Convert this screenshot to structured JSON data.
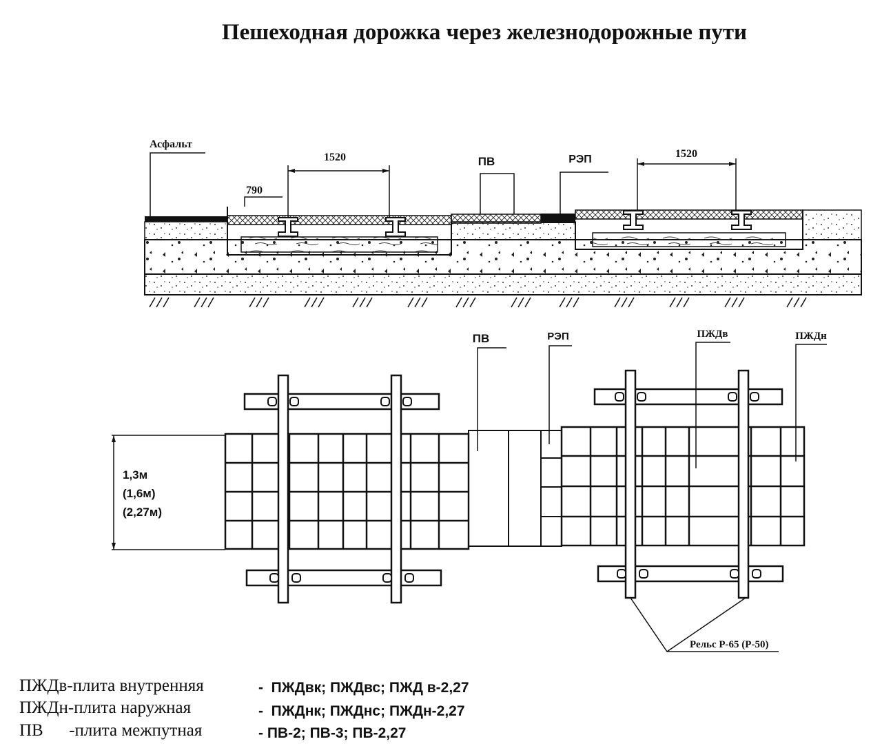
{
  "title": "Пешеходная дорожка через железнодорожные пути",
  "section": {
    "asphalt_label": "Асфальт",
    "dim_left_label": "790",
    "dim_gauge_left_label": "1520",
    "dim_gauge_right_label": "1520",
    "pv_label": "ПВ",
    "rep_label": "РЭП"
  },
  "plan": {
    "pv_label": "ПВ",
    "rep_label": "РЭП",
    "pzhdv_label": "ПЖДв",
    "pzhdn_label": "ПЖДн",
    "width_line1": "1,3м",
    "width_line2": "(1,6м)",
    "width_line3": "(2,27м)",
    "rail_label": "Рельс Р-65  (Р-50)"
  },
  "legend": [
    {
      "term": "ПЖДв-плита внутренняя",
      "codes": "-  ПЖДвк; ПЖДвс; ПЖД в-2,27"
    },
    {
      "term": "ПЖДн-плита наружная",
      "codes": "-  ПЖДнк; ПЖДнс; ПЖДн-2,27"
    },
    {
      "term": "ПВ      -плита межпутная",
      "codes": "- ПВ-2; ПВ-3; ПВ-2,27"
    }
  ]
}
